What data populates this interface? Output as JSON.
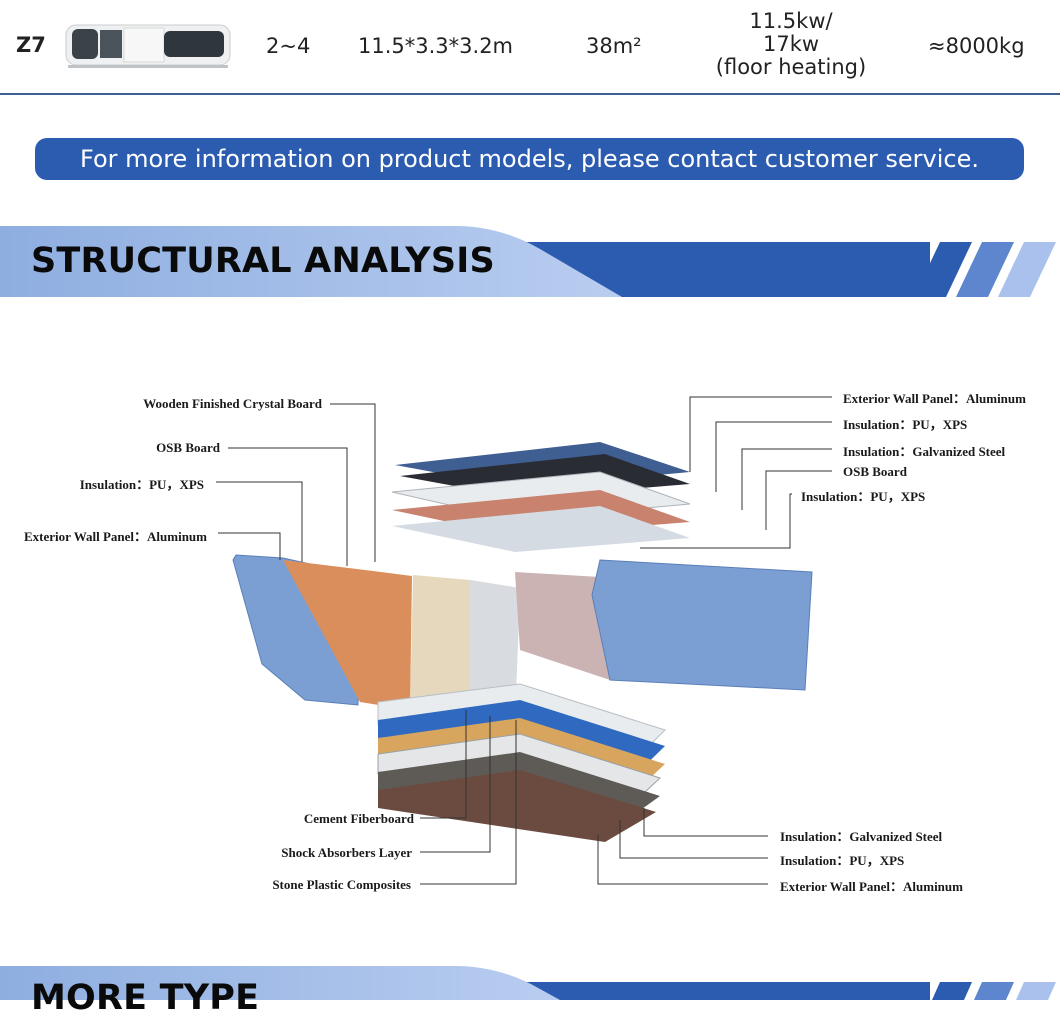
{
  "spec_row": {
    "model": "Z7",
    "occupancy": "2~4",
    "dimensions": "11.5*3.3*3.2m",
    "area": "38m²",
    "power_line1": "11.5kw/",
    "power_line2": "17kw",
    "power_line3": "(floor heating)",
    "weight": "≈8000kg"
  },
  "contact_banner": "For more information on product models, please contact customer service.",
  "structural": {
    "title": "STRUCTURAL ANALYSIS",
    "left_labels": [
      "Wooden Finished Crystal Board",
      "OSB Board",
      "Insulation：PU，XPS",
      "Exterior Wall Panel：Aluminum"
    ],
    "right_labels": [
      "Exterior Wall Panel：Aluminum",
      "Insulation：PU，XPS",
      "Insulation：Galvanized Steel",
      "OSB Board",
      "Insulation：PU，XPS"
    ],
    "bottom_left_labels": [
      "Cement Fiberboard",
      "Shock Absorbers Layer",
      "Stone Plastic Composites"
    ],
    "bottom_right_labels": [
      "Insulation：Galvanized Steel",
      "Insulation：PU，XPS",
      "Exterior Wall Panel：Aluminum"
    ]
  },
  "more_type": {
    "title": "MORE TYPE"
  },
  "colors": {
    "accent_blue": "#2c5cb0",
    "header_light": "#9db8e3",
    "rule": "#3d5f92"
  }
}
